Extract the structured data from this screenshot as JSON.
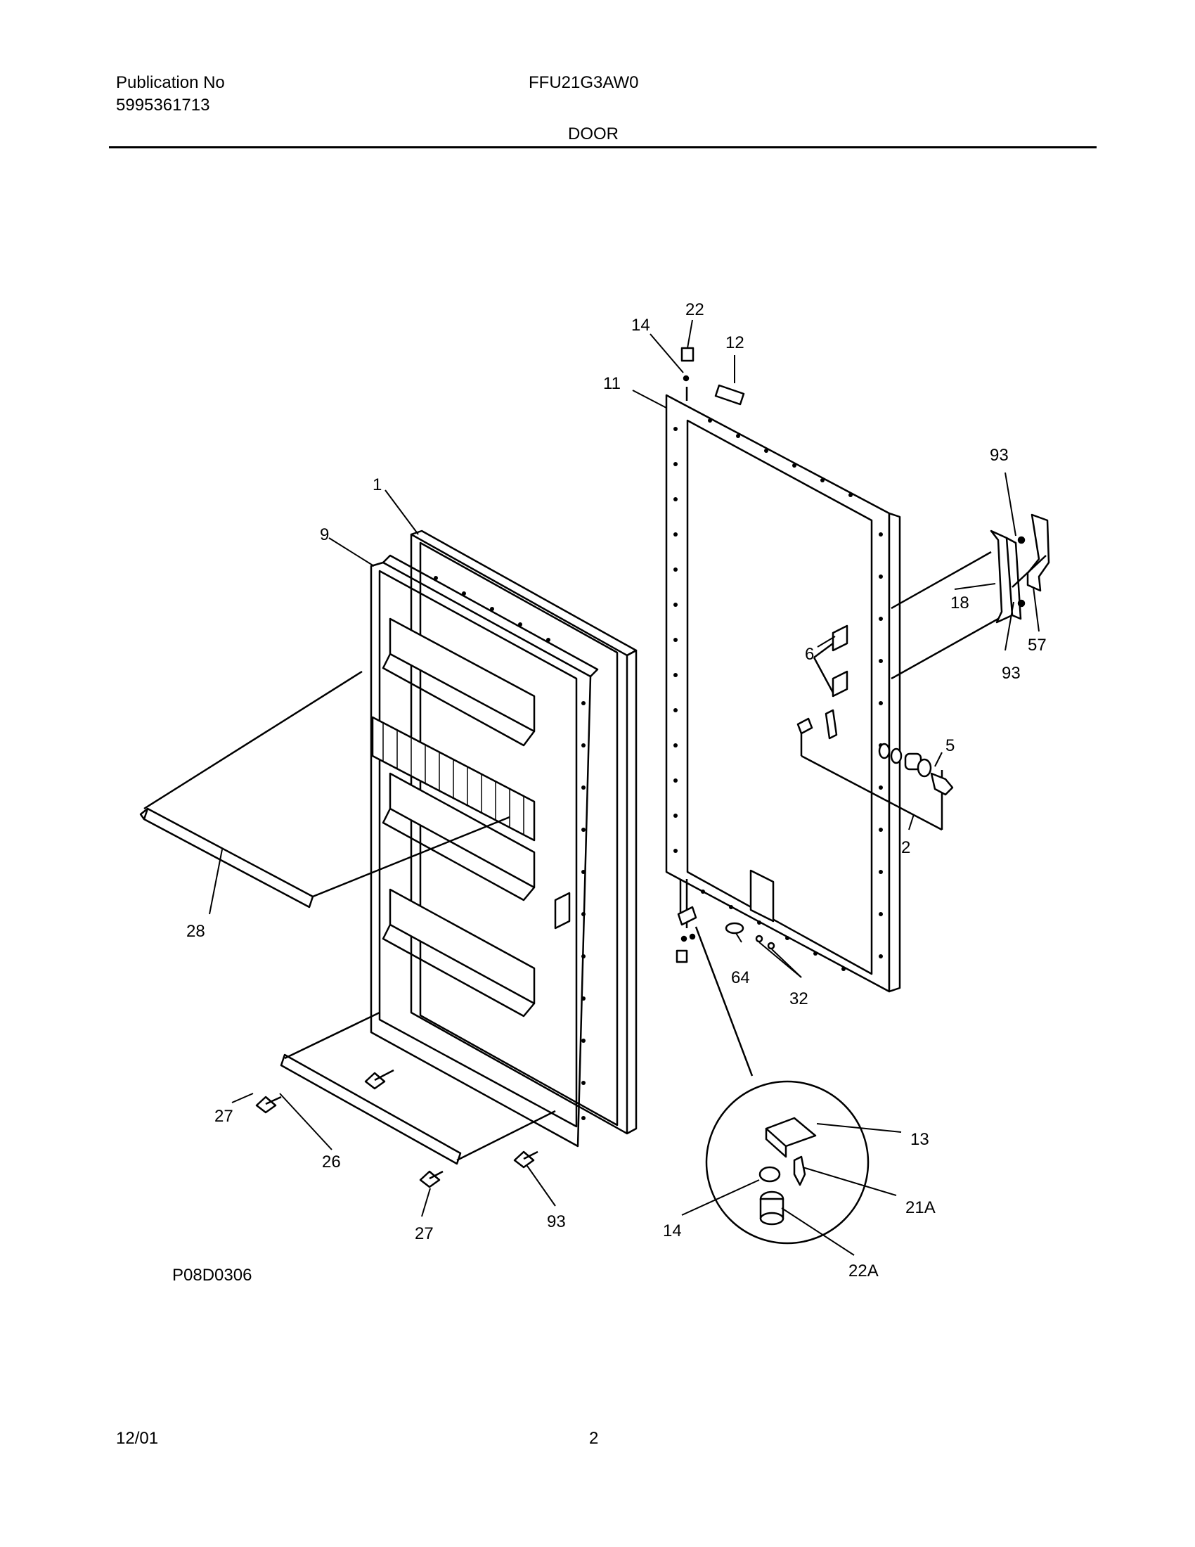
{
  "header": {
    "publication_label": "Publication No",
    "publication_number": "5995361713",
    "model": "FFU21G3AW0",
    "section_title": "DOOR"
  },
  "diagram": {
    "callouts": {
      "c1": "1",
      "c2": "2",
      "c5": "5",
      "c6": "6",
      "c9": "9",
      "c11": "11",
      "c12": "12",
      "c13": "13",
      "c14a": "14",
      "c14b": "14",
      "c18": "18",
      "c21a": "21A",
      "c22a": "22",
      "c22b": "22A",
      "c26": "26",
      "c27a": "27",
      "c27b": "27",
      "c28": "28",
      "c32": "32",
      "c57": "57",
      "c64": "64",
      "c93a": "93",
      "c93b": "93",
      "c93c": "93"
    },
    "figure_code": "P08D0306"
  },
  "footer": {
    "date": "12/01",
    "page_number": "2"
  }
}
